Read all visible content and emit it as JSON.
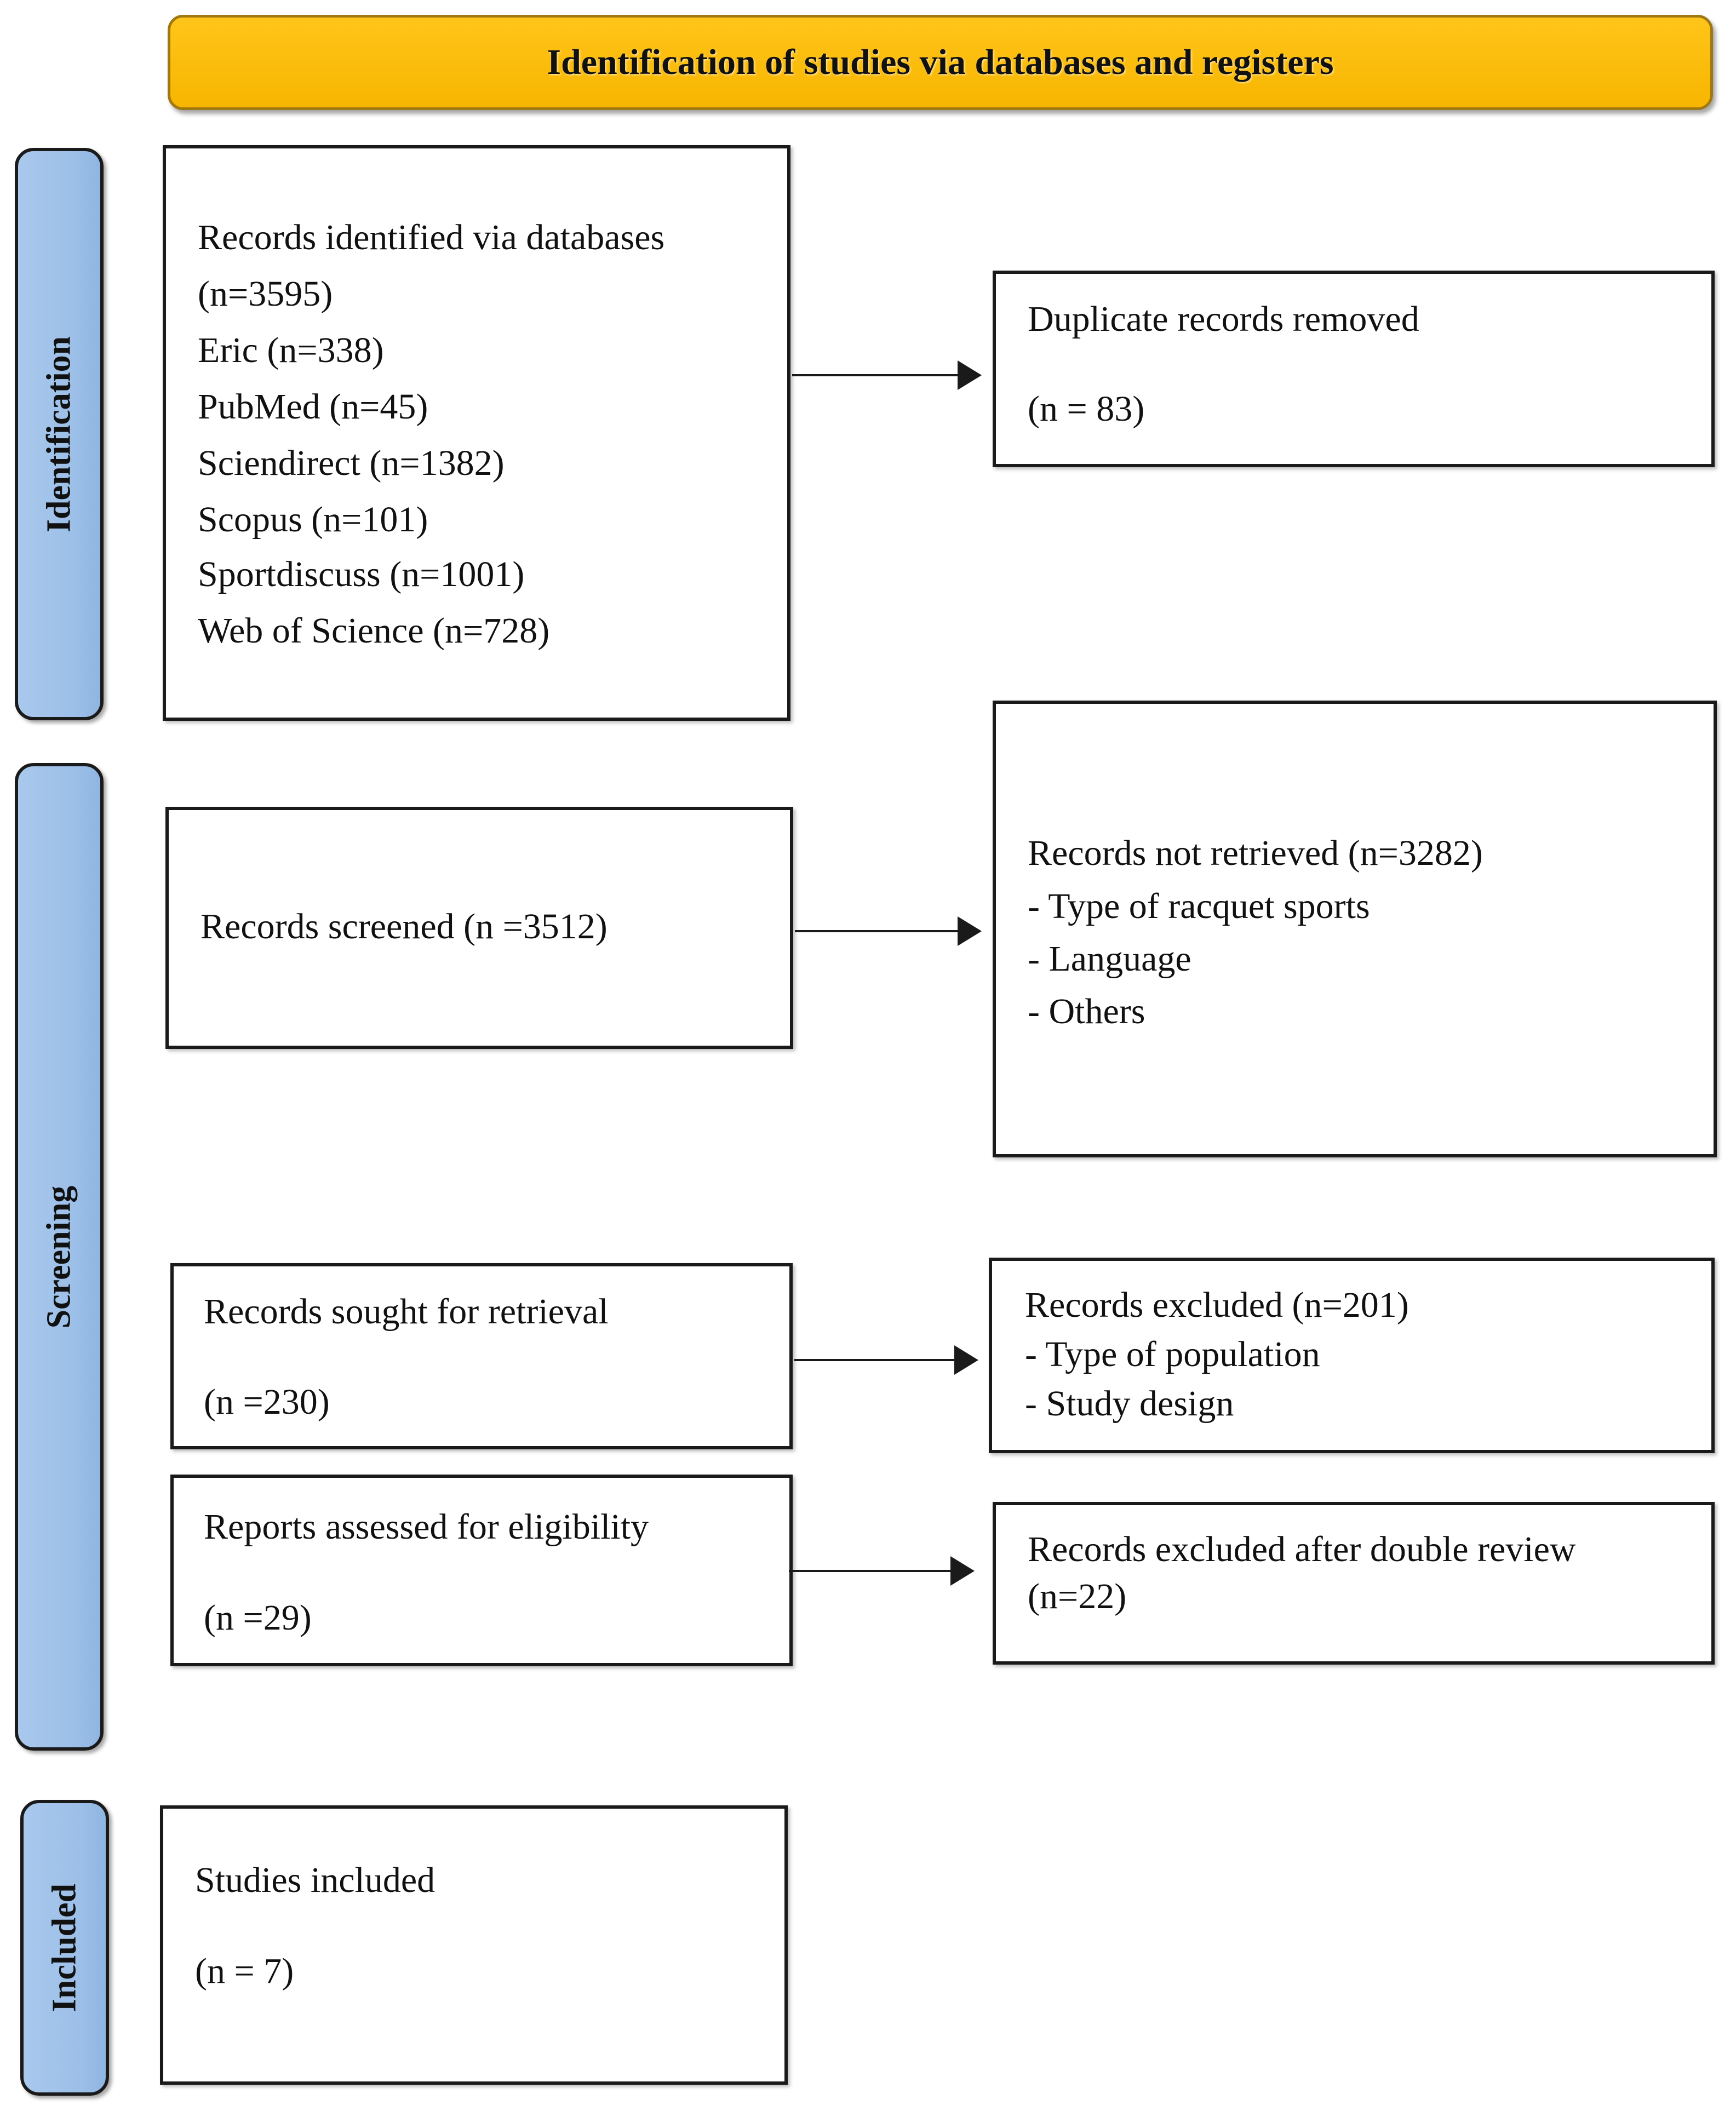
{
  "header": {
    "title": "Identification of studies via databases and registers"
  },
  "stages": {
    "identification": "Identification",
    "screening": "Screening",
    "included": "Included"
  },
  "identified": {
    "lines": [
      "Records identified via databases",
      "(n=3595)",
      "Eric (n=338)",
      "PubMed (n=45)",
      "Sciendirect (n=1382)",
      "Scopus (n=101)",
      "Sportdiscuss (n=1001)",
      "Web of Science (n=728)"
    ]
  },
  "duplicates": {
    "label": "Duplicate records removed",
    "count": "(n = 83)"
  },
  "screened": {
    "label": "Records screened (n =3512)"
  },
  "not_retrieved": {
    "lines": [
      "Records not retrieved (n=3282)",
      "- Type of racquet sports",
      "- Language",
      "- Others"
    ]
  },
  "sought": {
    "label": "Records sought for retrieval",
    "count": "(n =230)"
  },
  "excluded": {
    "lines": [
      "Records excluded (n=201)",
      "- Type of population",
      "- Study design"
    ]
  },
  "assessed": {
    "label": "Reports assessed for eligibility",
    "count": "(n =29)"
  },
  "excluded_review": {
    "label": "Records excluded after double review",
    "count": "(n=22)"
  },
  "included": {
    "label": "Studies included",
    "count": "(n = 7)"
  }
}
